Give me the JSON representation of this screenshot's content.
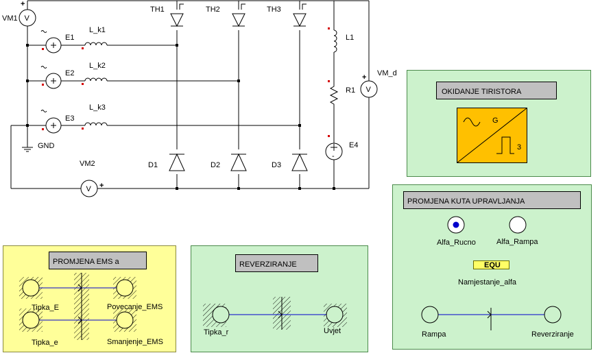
{
  "circuit": {
    "meters": [
      "VM1",
      "VM2",
      "VM_d"
    ],
    "meter_symbol": "V",
    "sources": [
      "E1",
      "E2",
      "E3"
    ],
    "inductors": [
      "L_k1",
      "L_k2",
      "L_k3"
    ],
    "thyristors": [
      "TH1",
      "TH2",
      "TH3"
    ],
    "diodes": [
      "D1",
      "D2",
      "D3"
    ],
    "ground": "GND",
    "load_inductor": "L1",
    "load_resistor": "R1",
    "load_source": "E4"
  },
  "panels": {
    "okidanje": {
      "title": "OKIDANJE TIRISTORA",
      "block_label_g": "G",
      "block_label_3": "3",
      "bg_color": "#ccf2cc",
      "block_color": "#ffc000"
    },
    "kut": {
      "title": "PROMJENA KUTA UPRAVLJANJA",
      "radio1": "Alfa_Rucno",
      "radio2": "Alfa_Rampa",
      "equ_label": "EQU",
      "equ_name": "Namjestanje_alfa",
      "rampa": "Rampa",
      "reverziranje": "Reverziranje",
      "bg_color": "#ccf2cc"
    },
    "ems": {
      "title": "PROMJENA EMS  a",
      "tipka_e_upper": "Tipka_E",
      "povecanje": "Povecanje_EMS",
      "tipka_e_lower": "Tipka_e",
      "smanjenje": "Smanjenje_EMS",
      "bg_color": "#ffff99"
    },
    "reverz": {
      "title": "REVERZIRANJE",
      "tipka_r": "Tipka_r",
      "uvjet": "Uvjet",
      "bg_color": "#ccf2cc"
    }
  }
}
